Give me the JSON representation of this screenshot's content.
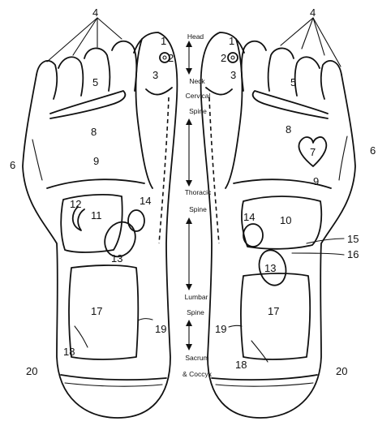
{
  "diagram": {
    "spine_labels": {
      "head": "Head",
      "neck_1": "Neck",
      "neck_2": "Cervical",
      "neck_3": "Spine",
      "thoracic_1": "Thoracic",
      "thoracic_2": "Spine",
      "lumbar_1": "Lumbar",
      "lumbar_2": "Spine",
      "sacrum_1": "Sacrum",
      "sacrum_2": "& Coccyx"
    },
    "zone_numbers": [
      "1",
      "2",
      "3",
      "4",
      "5",
      "6",
      "7",
      "8",
      "9",
      "10",
      "11",
      "12",
      "13",
      "14",
      "15",
      "16",
      "17",
      "18",
      "19",
      "20"
    ]
  }
}
